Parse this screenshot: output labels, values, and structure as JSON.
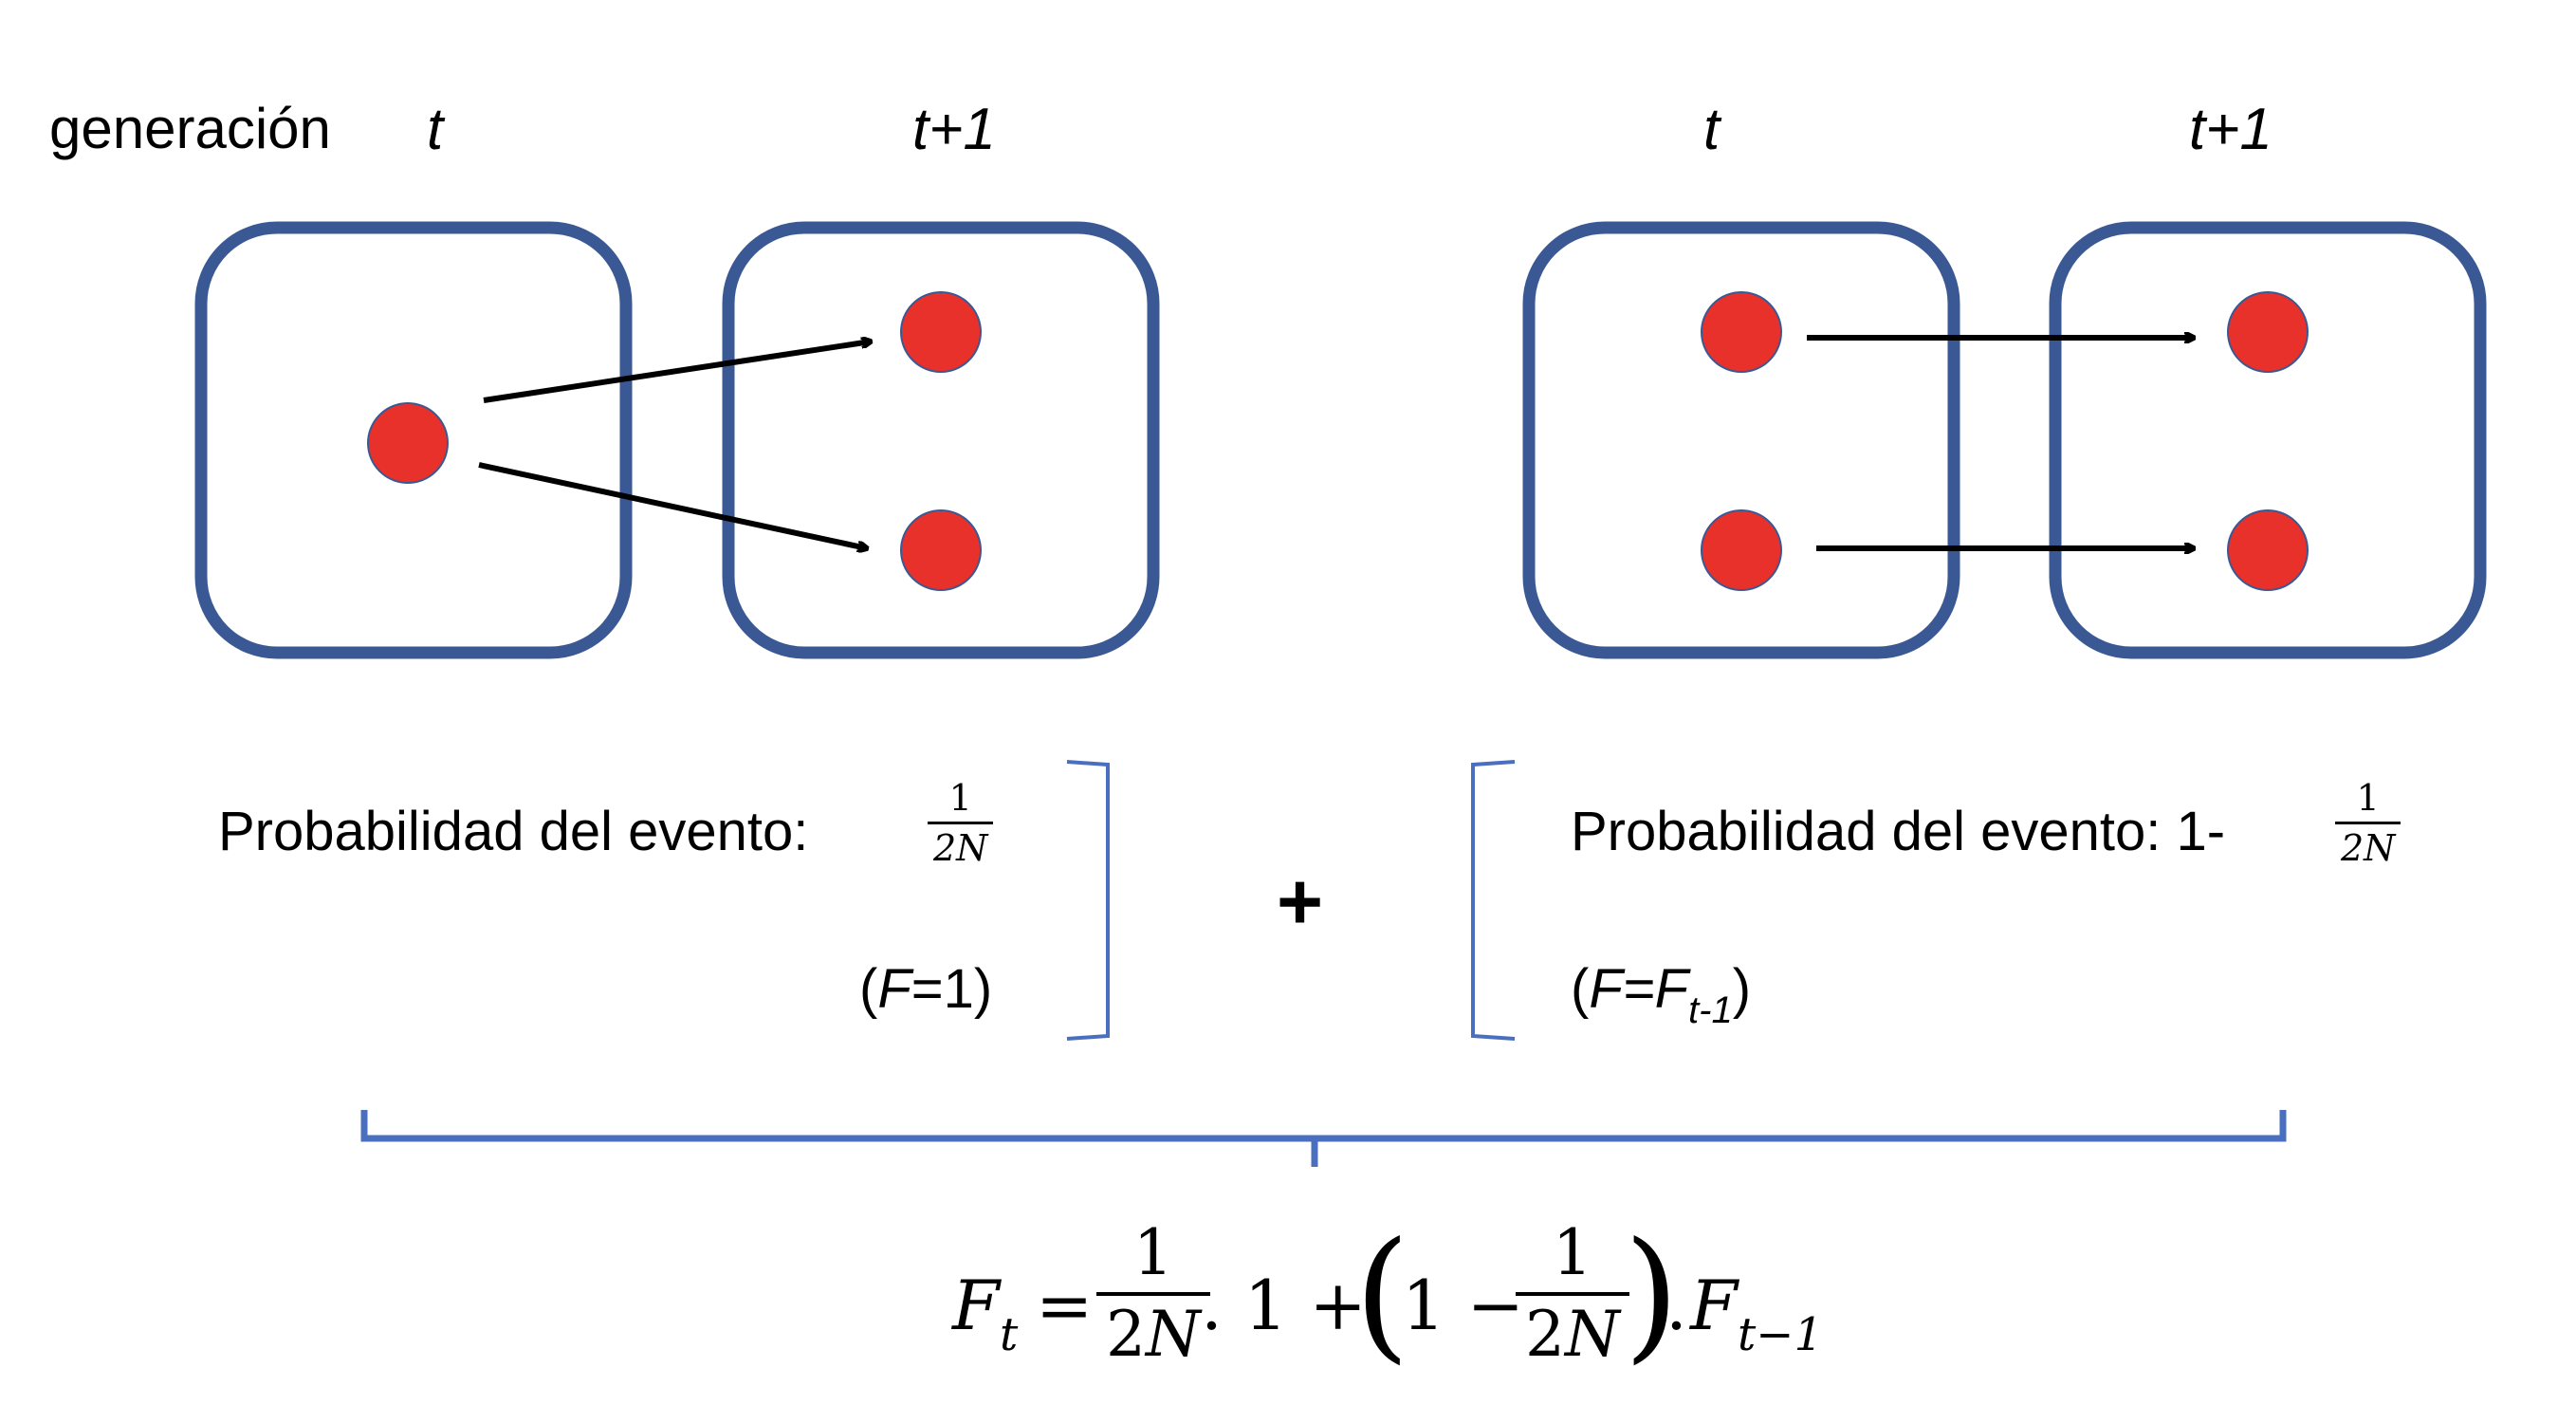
{
  "header": {
    "generation_label": "generación",
    "left_t": "t",
    "left_t1": "t+1",
    "right_t": "t",
    "right_t1": "t+1"
  },
  "colors": {
    "box_stroke": "#3a5894",
    "dot_fill": "#e8312a",
    "dot_stroke": "#3a5894",
    "bracket": "#4a6fbf",
    "arrow": "#000000"
  },
  "left_event": {
    "prefix": "Probabilidad del evento:",
    "frac_num": "1",
    "frac_den": "2N",
    "f_open": "(",
    "f_var": "F",
    "f_rest": "=1)"
  },
  "plus": "+",
  "right_event": {
    "prefix": "Probabilidad del evento: 1-",
    "frac_num": "1",
    "frac_den": "2N",
    "f_open": "(",
    "f_var": "F=F",
    "f_sub": "t-1",
    "f_close": ")"
  },
  "formula": {
    "lhs_var": "F",
    "lhs_sub": "t",
    "equals": "=",
    "frac1_num": "1",
    "frac1_den_num": "2",
    "frac1_den_var": "N",
    "mid": ". 1 +",
    "paren_open": "(",
    "one_minus": "1 −",
    "frac2_num": "1",
    "frac2_den_num": "2",
    "frac2_den_var": "N",
    "paren_close": ")",
    "dot": ".",
    "rhs_var": "F",
    "rhs_sub": "t−1"
  }
}
